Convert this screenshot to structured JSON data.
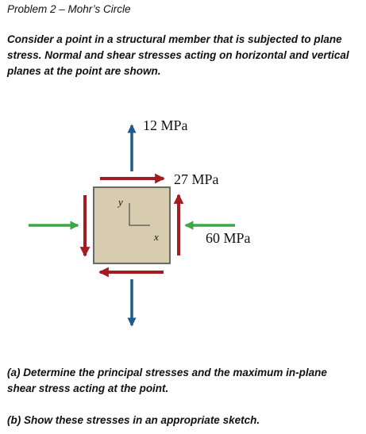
{
  "problem_title": "Problem 2 – Mohr’s Circle",
  "intro": "Consider a point in a structural member that is subjected to plane stress. Normal and shear stresses acting on horizontal and vertical planes at the point are shown.",
  "figure": {
    "labels": {
      "vertical_stress": "12 MPa",
      "shear_stress": "27 MPa",
      "horizontal_stress": "60 MPa",
      "axis_y": "y",
      "axis_x": "x"
    },
    "colors": {
      "normal_vertical": "#1f5a8a",
      "normal_horizontal": "#3aa845",
      "shear": "#a41c22",
      "element_fill": "#d7cbb0",
      "element_border": "#6a6a6a"
    }
  },
  "questions": {
    "a_line1": "(a) Determine the principal stresses and the maximum in-plane",
    "a_line2": "shear stress acting at the point.",
    "b": "(b) Show these stresses in an appropriate sketch."
  }
}
